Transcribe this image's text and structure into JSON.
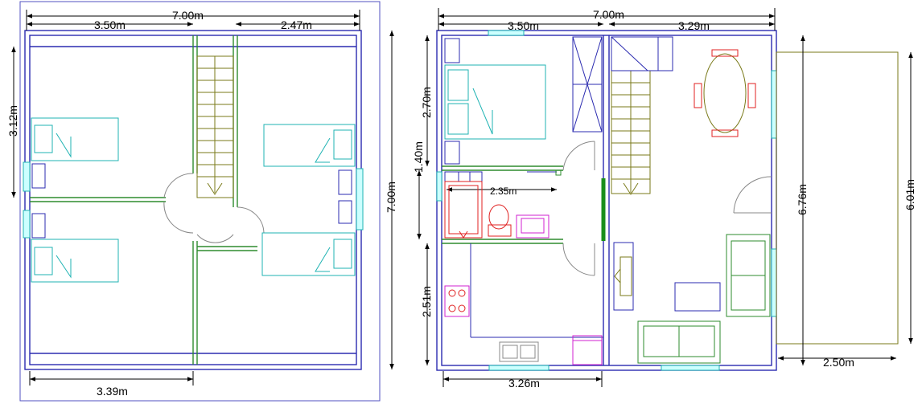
{
  "left_plan": {
    "dim_total_top": "7.00m",
    "dim_left_room": "3.50m",
    "dim_right_room": "2.47m",
    "dim_height_left": "3.12m",
    "dim_height_right": "7.00m",
    "dim_bottom": "3.39m"
  },
  "right_plan": {
    "dim_total_top": "7.00m",
    "dim_left_room": "3.50m",
    "dim_right_room": "3.29m",
    "dim_bedroom_h": "2.70m",
    "dim_bath_h": "1.40m",
    "dim_bath_w": "2.35m",
    "dim_kitchen_h": "2.51m",
    "dim_living_h": "6.76m",
    "dim_terrace_h": "6.01m",
    "dim_terrace_w": "2.50m",
    "dim_bottom": "3.26m"
  }
}
